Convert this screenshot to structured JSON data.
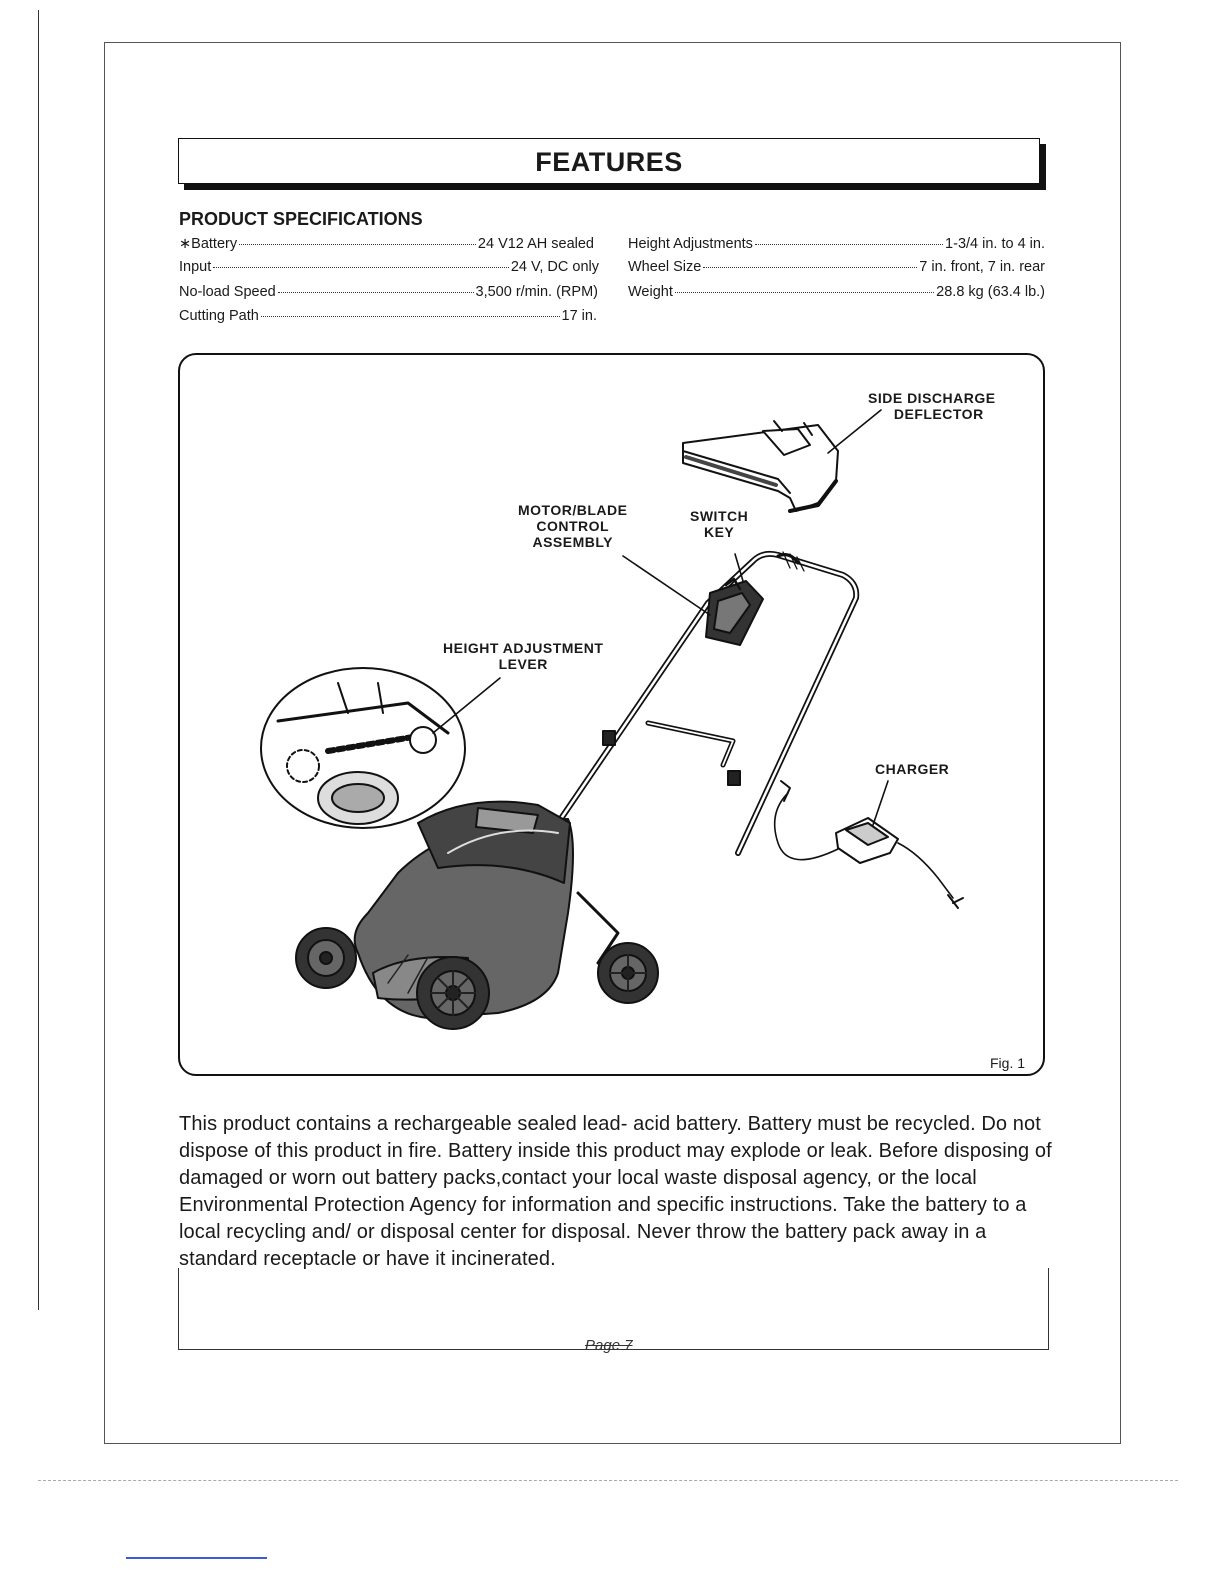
{
  "header": {
    "title": "FEATURES"
  },
  "specs": {
    "heading": "PRODUCT SPECIFICATIONS",
    "left": [
      {
        "label": "∗Battery",
        "value": "24 V12 AH sealed"
      },
      {
        "label": "Input",
        "value": "24 V, DC only"
      },
      {
        "label": "No-load Speed",
        "value": "3,500 r/min. (RPM)"
      },
      {
        "label": "Cutting Path",
        "value": "17 in."
      }
    ],
    "right": [
      {
        "label": "Height Adjustments",
        "value": "1-3/4 in. to 4 in."
      },
      {
        "label": "Wheel Size",
        "value": "7 in. front, 7 in. rear"
      },
      {
        "label": "Weight",
        "value": "28.8 kg (63.4 lb.)"
      }
    ]
  },
  "figure": {
    "callouts": {
      "side_discharge_1": "SIDE DISCHARGE",
      "side_discharge_2": "DEFLECTOR",
      "motor_1": "MOTOR/BLADE",
      "motor_2": "CONTROL",
      "motor_3": "ASSEMBLY",
      "switch_1": "SWITCH",
      "switch_2": "KEY",
      "height_1": "HEIGHT ADJUSTMENT",
      "height_2": "LEVER",
      "charger": "CHARGER"
    },
    "label": "Fig. 1"
  },
  "notice": "This product contains a rechargeable sealed lead- acid battery. Battery must be recycled. Do not dispose of this product in fire. Battery inside this product may explode or leak. Before disposing of damaged or worn out battery packs,contact your local waste disposal agency, or the local Environmental Protection Agency for information and specific instructions. Take the battery to a local recycling and/ or disposal center for disposal. Never throw the battery pack away in a standard receptacle or have it incinerated.",
  "footer": {
    "page": "Page 7"
  }
}
